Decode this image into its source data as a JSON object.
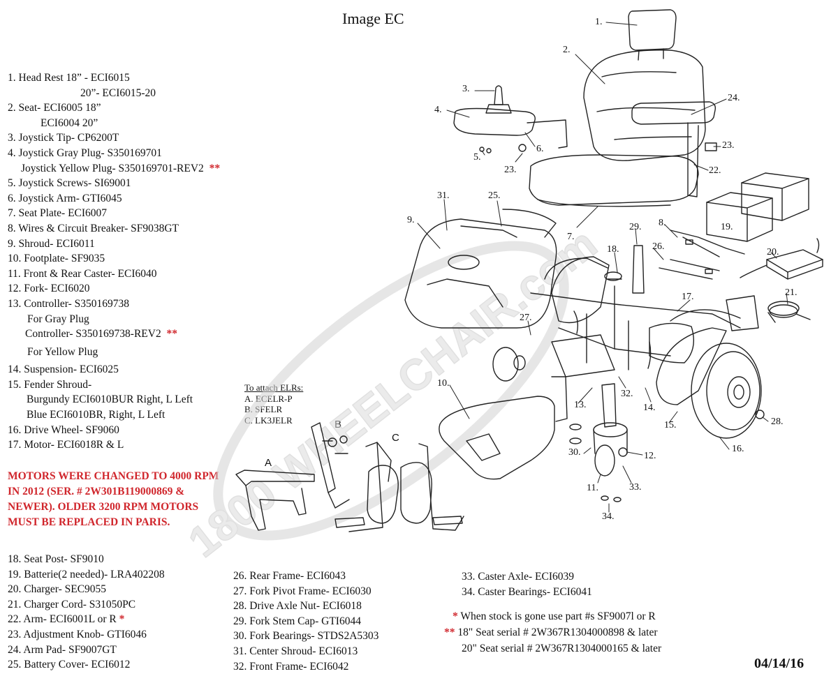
{
  "title": "Image EC",
  "parts_left": [
    "1. Head Rest 18” - ECI6015",
    "                    20”- ECI6015-20",
    "2. Seat- ECI6005 18”",
    "          ECI6004 20”",
    "3. Joystick Tip- CP6200T",
    "4. Joystick Gray Plug- S350169701",
    "   Joystick Yellow Plug- S350169701-REV2",
    "5. Joystick Screws- SI69001",
    "6. Joystick Arm- GTI6045",
    "7. Seat Plate- ECI6007",
    "8. Wires & Circuit Breaker- SF9038GT",
    "9. Shroud- ECI6011",
    "10. Footplate- SF9035",
    "11. Front & Rear Caster- ECI6040",
    "12. Fork- ECI6020",
    "13. Controller- S350169738",
    "      For Gray Plug",
    "     Controller- S350169738-REV2",
    "      For Yellow Plug",
    "14. Suspension- ECI6025",
    "15. Fender Shroud-",
    "     Burgundy ECI6010BUR Right, L Left",
    "     Blue ECI6010BR, Right, L Left",
    "16. Drive Wheel- SF9060",
    "17. Motor- ECI6018R & L"
  ],
  "stars": {
    "double": "**",
    "single": "*"
  },
  "warning": "MOTORS WERE CHANGED TO 4000 RPM IN 2012 (SER. # 2W301B119000869 & NEWER). OLDER 3200 RPM MOTORS MUST BE REPLACED IN PARIS.",
  "parts_bottom_left": [
    "18. Seat Post- SF9010",
    "19. Batterie(2 needed)- LRA402208",
    "20. Charger- SEC9055",
    "21. Charger Cord- S31050PC",
    "22. Arm- ECI6001L or R",
    "23. Adjustment Knob- GTI6046",
    "24. Arm Pad- SF9007GT",
    "25. Battery Cover- ECI6012"
  ],
  "parts_bottom_mid": [
    "26. Rear Frame- ECI6043",
    "27. Fork Pivot Frame- ECI6030",
    "28. Drive Axle Nut- ECI6018",
    "29. Fork Stem Cap- GTI6044",
    "30. Fork Bearings- STDS2A5303",
    "31. Center Shroud- ECI6013",
    "32. Front Frame- ECI6042"
  ],
  "parts_bottom_right": [
    "33. Caster Axle- ECI6039",
    "34. Caster  Bearings- ECI6041"
  ],
  "elr": {
    "heading": "To attach ELRs:",
    "items": [
      "A. ECELR-P",
      "B. SFELR",
      "C. LK3JELR"
    ],
    "letters": [
      "A",
      "B",
      "C"
    ]
  },
  "notes": [
    {
      "mark": "*",
      "text": "When stock is gone use part #s SF9007l or R"
    },
    {
      "mark": "**",
      "text": "18\" Seat serial # 2W367R1304000898 & later"
    },
    {
      "mark": "",
      "text": "20\" Seat serial # 2W367R1304000165 & later"
    }
  ],
  "date": "04/14/16",
  "watermark": "1800 WHEELCHAIR.com",
  "callouts": [
    "1.",
    "2.",
    "3.",
    "4.",
    "5.",
    "6.",
    "7.",
    "8.",
    "9.",
    "10.",
    "11.",
    "12.",
    "13.",
    "14.",
    "15.",
    "16.",
    "17.",
    "18.",
    "19.",
    "20.",
    "21.",
    "22.",
    "23.",
    "23.",
    "24.",
    "25.",
    "26.",
    "27.",
    "28.",
    "29.",
    "30.",
    "31.",
    "32.",
    "33.",
    "34."
  ],
  "colors": {
    "accent_red": "#d0262c",
    "line": "#222222",
    "watermark": "#cfcfcf"
  }
}
